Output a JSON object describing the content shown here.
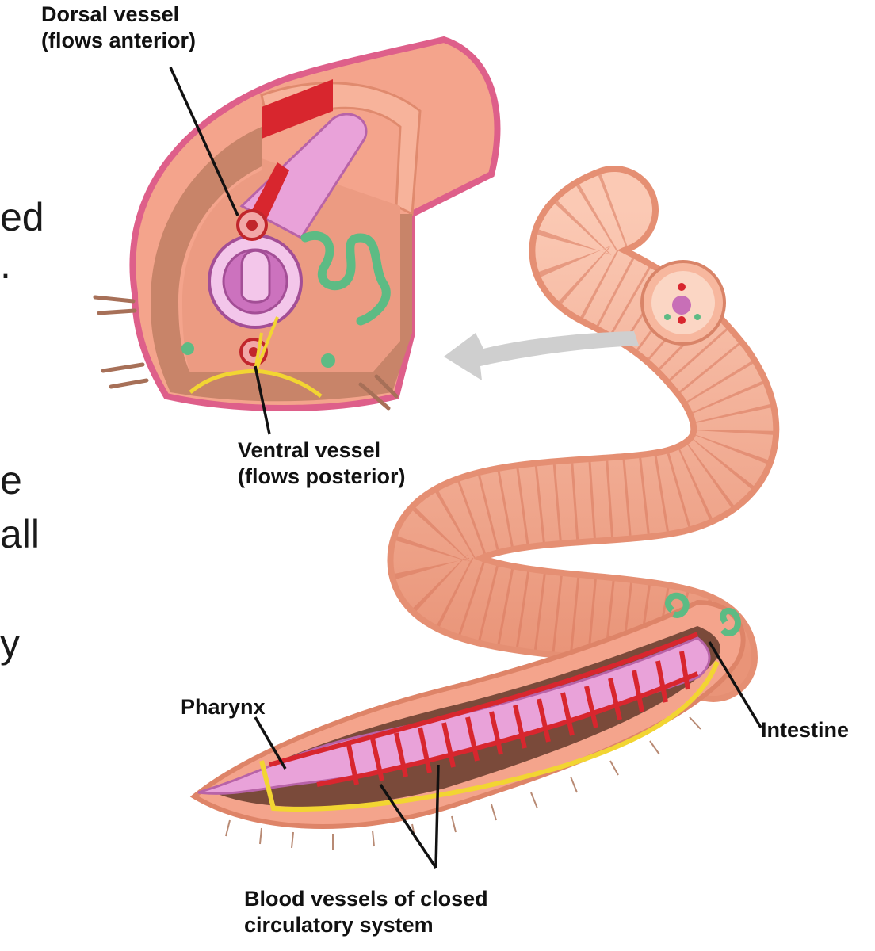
{
  "labels": {
    "dorsal": {
      "line1": "Dorsal vessel",
      "line2": "(flows anterior)"
    },
    "ventral": {
      "line1": "Ventral vessel",
      "line2": "(flows posterior)"
    },
    "pharynx": "Pharynx",
    "intestine": "Intestine",
    "blood_vessels": {
      "line1": "Blood vessels of closed",
      "line2": "circulatory system"
    }
  },
  "left_text_fragments": [
    "ed",
    ".",
    "e",
    "all",
    "y"
  ],
  "colors": {
    "body_skin": "#f4a48c",
    "body_shadow": "#de8468",
    "cavity": "#c88469",
    "intestine": "#e9a2d9",
    "blood_vessel": "#d8262e",
    "nerve_cord": "#f2d532",
    "nephridia": "#5dbb84",
    "arrow": "#cfcfcf"
  }
}
